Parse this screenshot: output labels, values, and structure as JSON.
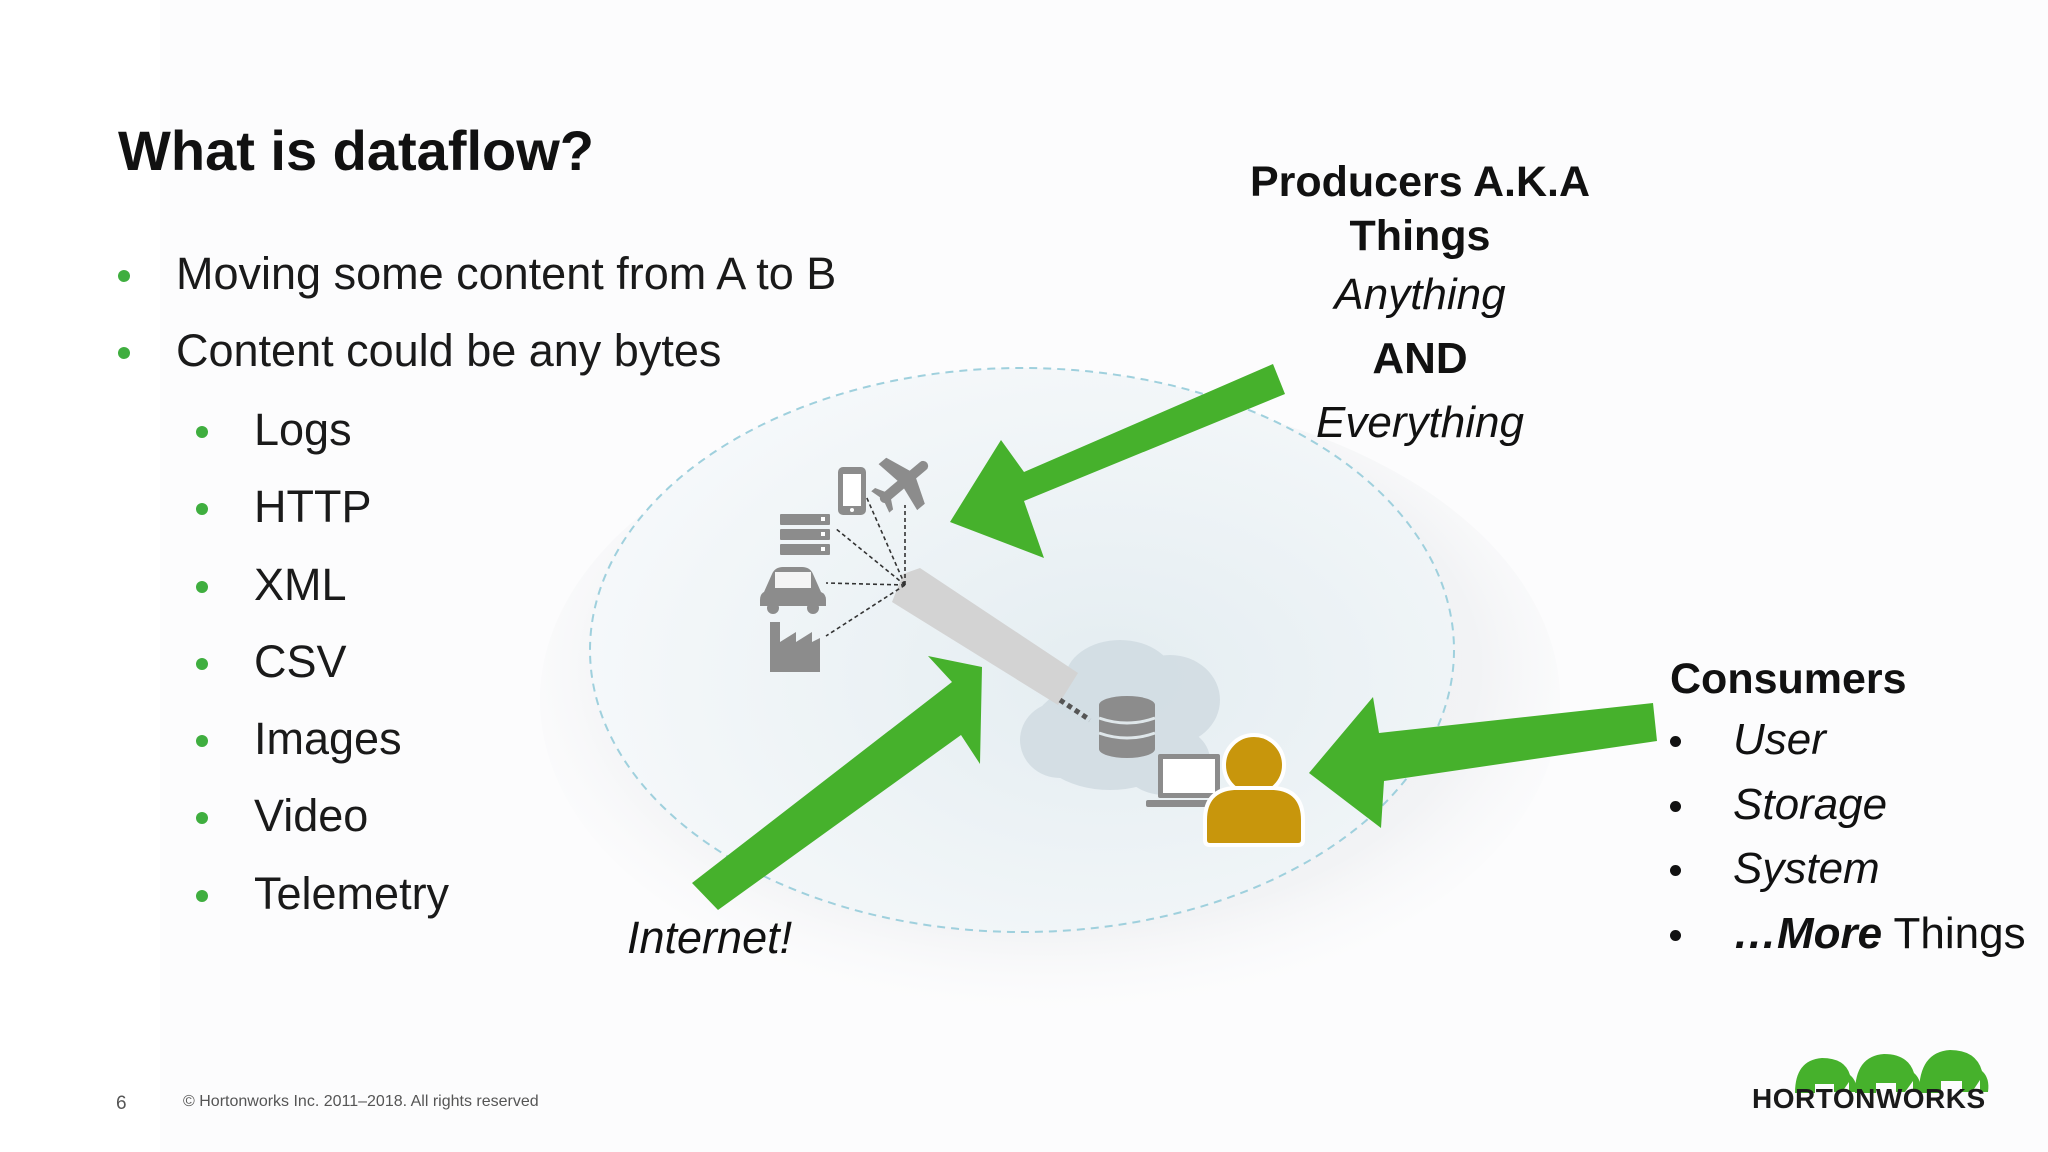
{
  "title": "What is dataflow?",
  "bullets": [
    "Moving some content from A to B",
    "Content could be any bytes"
  ],
  "sub_bullets": [
    "Logs",
    "HTTP",
    "XML",
    "CSV",
    "Images",
    "Video",
    "Telemetry"
  ],
  "producers": {
    "heading_line1": "Producers A.K.A",
    "heading_line2": "Things",
    "line_anything": "Anything",
    "line_and": "AND",
    "line_everything": "Everything"
  },
  "consumers": {
    "heading": "Consumers",
    "items": [
      "User",
      "Storage",
      "System"
    ],
    "last_item_bold": "…More",
    "last_item_plain": " Things"
  },
  "internet_label": "Internet!",
  "footer": {
    "page_number": "6",
    "copyright": "© Hortonworks Inc. 2011–2018. All rights reserved",
    "brand": "HORTONWORKS"
  },
  "icons": [
    "smartphone-icon",
    "airplane-icon",
    "server-rack-icon",
    "car-icon",
    "factory-icon",
    "database-icon",
    "cloud-icon",
    "laptop-icon",
    "user-icon",
    "elephant-logo-icon"
  ],
  "colors": {
    "accent_green": "#3fae3f",
    "arrow_green": "#46b12c",
    "user_gold": "#c8960c",
    "icon_gray": "#8c8c8c"
  }
}
